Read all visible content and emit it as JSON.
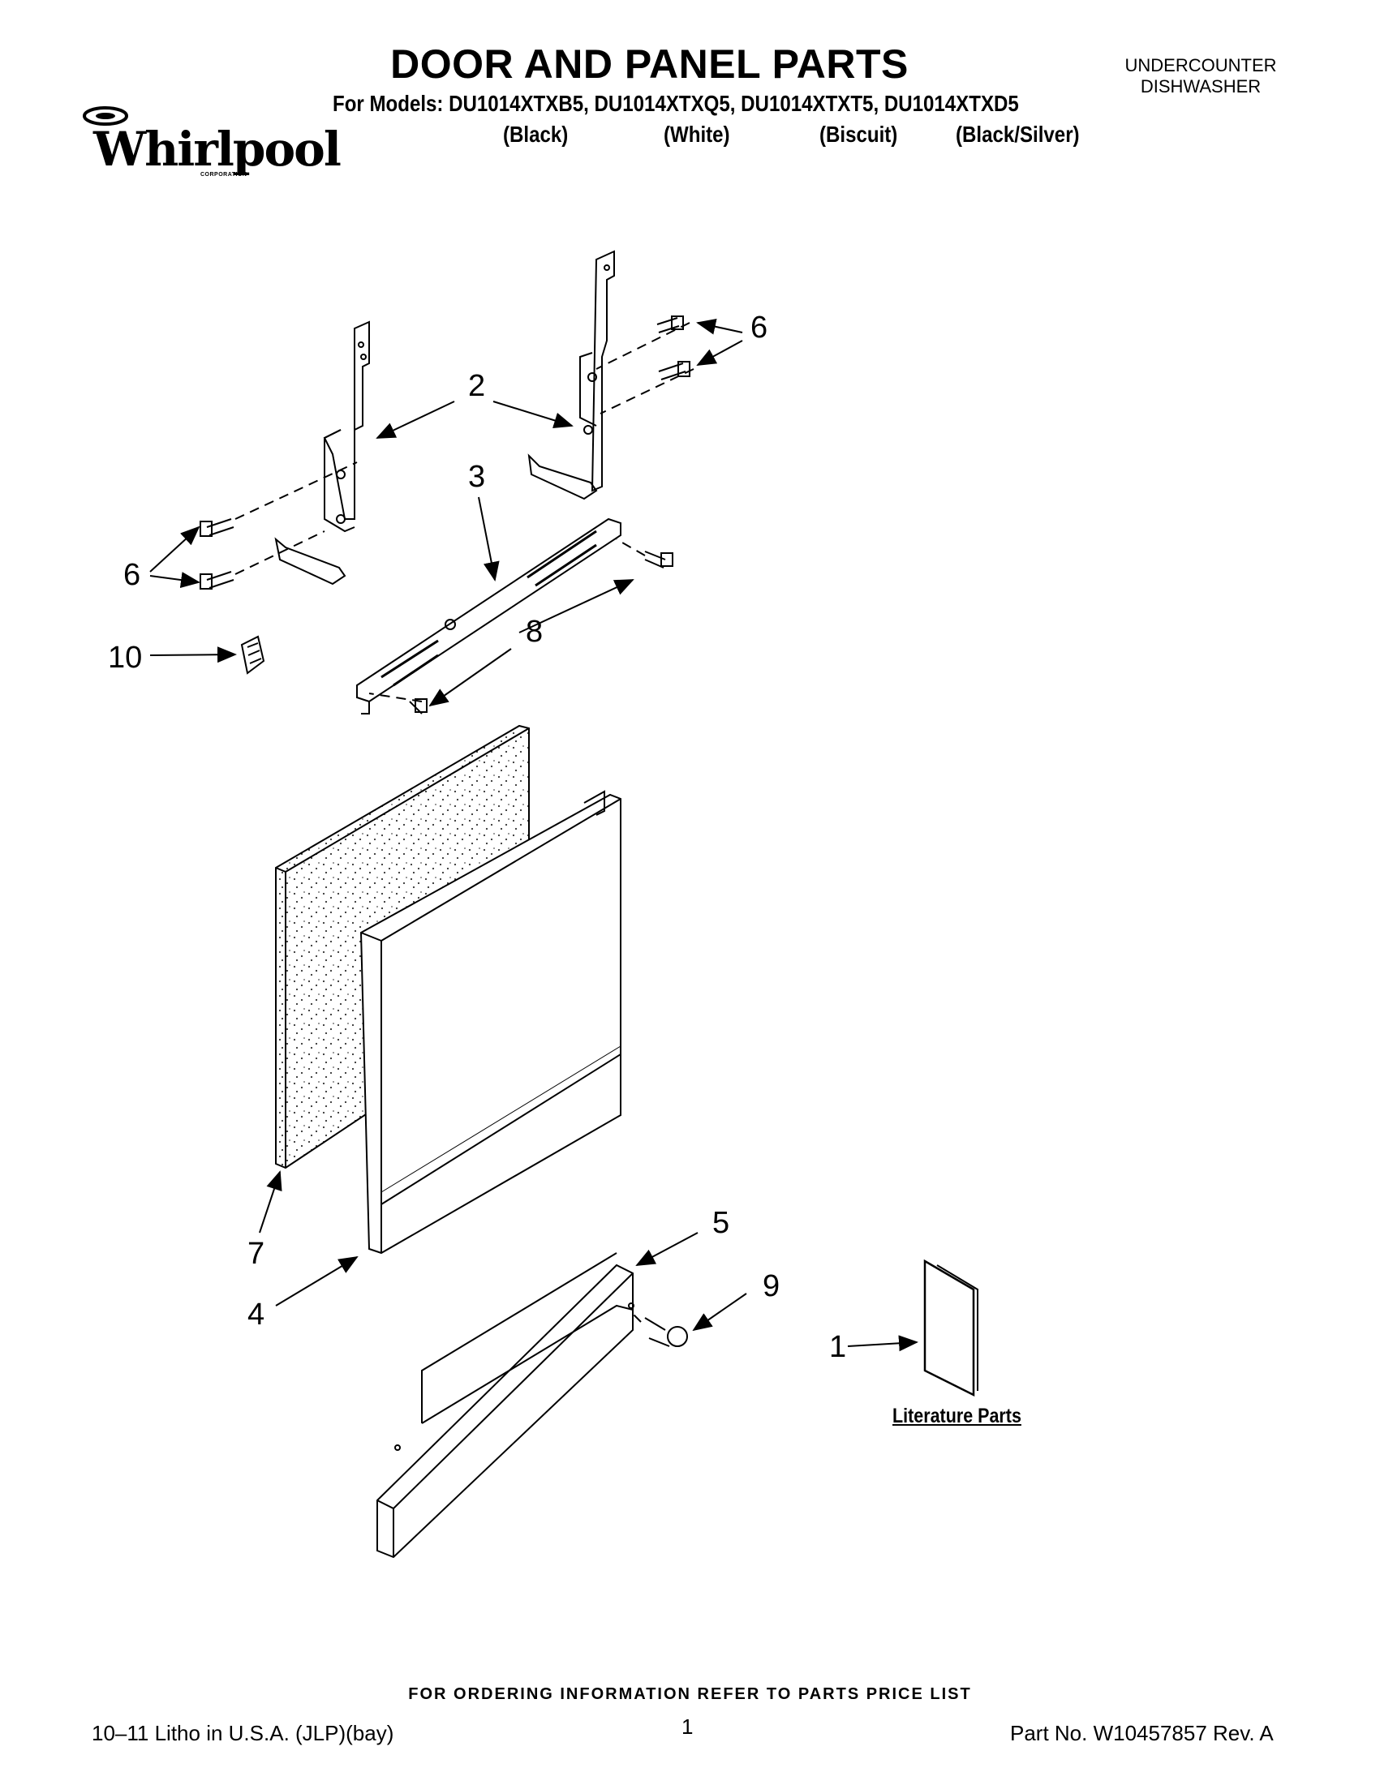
{
  "header": {
    "title": "DOOR AND PANEL PARTS",
    "category_line1": "UNDERCOUNTER",
    "category_line2": "DISHWASHER",
    "models": "For Models: DU1014XTXB5, DU1014XTXQ5, DU1014XTXT5, DU1014XTXD5",
    "colors": [
      "(Black)",
      "(White)",
      "(Biscuit)",
      "(Black/Silver)"
    ]
  },
  "logo": {
    "brand": "Whirlpool",
    "sub": "CORPORATION"
  },
  "callouts": {
    "c1": "1",
    "c2": "2",
    "c3": "3",
    "c4": "4",
    "c5": "5",
    "c6a": "6",
    "c6b": "6",
    "c7": "7",
    "c8": "8",
    "c9": "9",
    "c10": "10"
  },
  "literature_label": "Literature Parts",
  "footer": {
    "ordering": "FOR ORDERING INFORMATION REFER TO PARTS PRICE LIST",
    "litho": "10–11 Litho in U.S.A. (JLP)(bay)",
    "page": "1",
    "part_no": "Part No. W10457857 Rev. A"
  }
}
